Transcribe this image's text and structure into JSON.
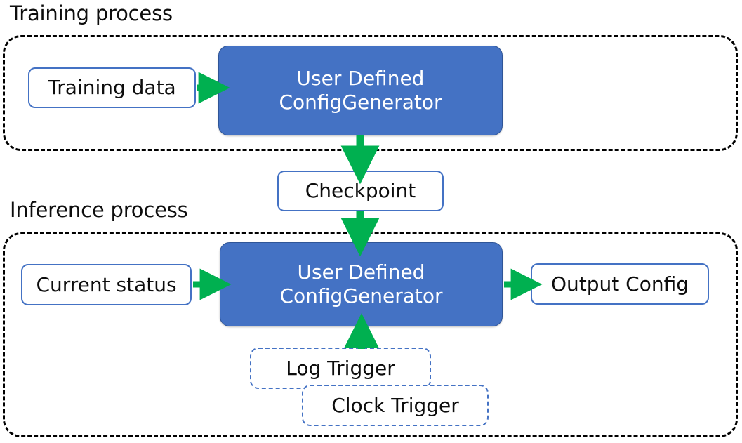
{
  "diagram": {
    "title_training": "Training process",
    "title_inference": "Inference process",
    "accent_blue": "#4472c4",
    "accent_blue_border": "#2f5597",
    "arrow_green": "#00b050",
    "container_border": "#000000",
    "text_dark": "#0d0d0d",
    "text_light": "#ffffff"
  },
  "training": {
    "container_label": "Training process",
    "nodes": {
      "training_data": "Training data",
      "user_defined_configgenerator_line1": "User Defined",
      "user_defined_configgenerator_line2": "ConfigGenerator"
    }
  },
  "bridge": {
    "checkpoint": "Checkpoint"
  },
  "inference": {
    "container_label": "Inference process",
    "nodes": {
      "current_status": "Current status",
      "user_defined_configgenerator_line1": "User Defined",
      "user_defined_configgenerator_line2": "ConfigGenerator",
      "output_config": "Output Config",
      "log_trigger": "Log Trigger",
      "clock_trigger": "Clock Trigger"
    }
  },
  "arrows": [
    {
      "name": "training-data-to-generator",
      "from": "Training data",
      "to": "User Defined ConfigGenerator",
      "direction": "right"
    },
    {
      "name": "generator-to-checkpoint",
      "from": "User Defined ConfigGenerator",
      "to": "Checkpoint",
      "direction": "down"
    },
    {
      "name": "checkpoint-to-inference-generator",
      "from": "Checkpoint",
      "to": "User Defined ConfigGenerator",
      "direction": "down"
    },
    {
      "name": "current-status-to-generator",
      "from": "Current status",
      "to": "User Defined ConfigGenerator",
      "direction": "right"
    },
    {
      "name": "generator-to-output-config",
      "from": "User Defined ConfigGenerator",
      "to": "Output Config",
      "direction": "right"
    },
    {
      "name": "triggers-to-generator",
      "from": "Log Trigger / Clock Trigger",
      "to": "User Defined ConfigGenerator",
      "direction": "up"
    }
  ]
}
